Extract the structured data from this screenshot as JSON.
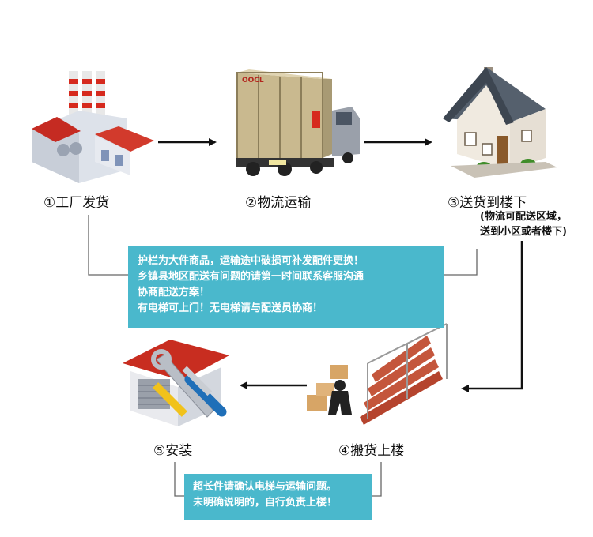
{
  "steps": [
    {
      "label": "①工厂发货",
      "icon": "factory-icon"
    },
    {
      "label": "②物流运输",
      "icon": "truck-icon"
    },
    {
      "label": "③送货到楼下",
      "icon": "house-icon",
      "sub": [
        "(物流可配送区域，",
        "送到小区或者楼下)"
      ]
    },
    {
      "label": "④搬货上楼",
      "icon": "stairs-carrier-icon"
    },
    {
      "label": "⑤安装",
      "icon": "tools-house-icon"
    }
  ],
  "truck_text": "OOCL",
  "notes": {
    "middle": [
      "护栏为大件商品，运输途中破损可补发配件更换！",
      "乡镇县地区配送有问题的请第一时间联系客服沟通",
      "协商配送方案！",
      "有电梯可上门！无电梯请与配送员协商！"
    ],
    "bottom": [
      "超长件请确认电梯与运输问题。",
      "未明确说明的，自行负责上楼！"
    ]
  },
  "colors": {
    "note_bg": "#4ab8cc",
    "arrow": "#111111",
    "line": "#555555"
  }
}
